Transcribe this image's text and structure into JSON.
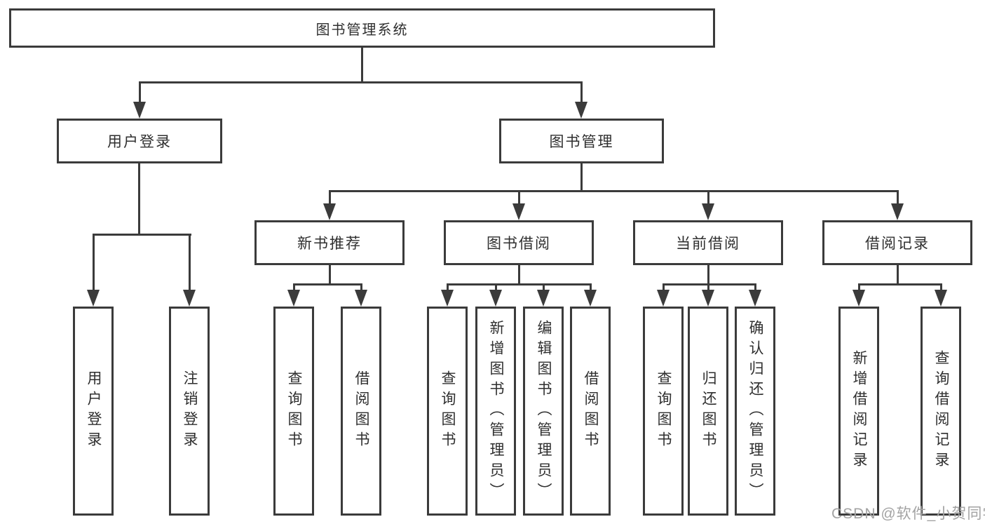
{
  "colors": {
    "line": "#3b3b3b",
    "text": "#2f2f2f",
    "watermark": "#a3a3a3",
    "background": "#ffffff"
  },
  "root": {
    "label": "图书管理系统"
  },
  "level2": [
    {
      "label": "用户登录"
    },
    {
      "label": "图书管理"
    }
  ],
  "level3": [
    {
      "label": "新书推荐",
      "parent": "图书管理"
    },
    {
      "label": "图书借阅",
      "parent": "图书管理"
    },
    {
      "label": "当前借阅",
      "parent": "图书管理"
    },
    {
      "label": "借阅记录",
      "parent": "图书管理"
    }
  ],
  "leaves": [
    {
      "label": "用户登录",
      "parent": "用户登录"
    },
    {
      "label": "注销登录",
      "parent": "用户登录"
    },
    {
      "label": "查询图书",
      "parent": "新书推荐"
    },
    {
      "label": "借阅图书",
      "parent": "新书推荐"
    },
    {
      "label": "查询图书",
      "parent": "图书借阅"
    },
    {
      "label": "新增图书（管理员）",
      "parent": "图书借阅"
    },
    {
      "label": "编辑图书（管理员）",
      "parent": "图书借阅"
    },
    {
      "label": "借阅图书",
      "parent": "图书借阅"
    },
    {
      "label": "查询图书",
      "parent": "当前借阅"
    },
    {
      "label": "归还图书",
      "parent": "当前借阅"
    },
    {
      "label": "确认归还（管理员）",
      "parent": "当前借阅"
    },
    {
      "label": "新增借阅记录",
      "parent": "借阅记录"
    },
    {
      "label": "查询借阅记录",
      "parent": "借阅记录"
    }
  ],
  "watermark": "CSDN @软件_小贺同学"
}
